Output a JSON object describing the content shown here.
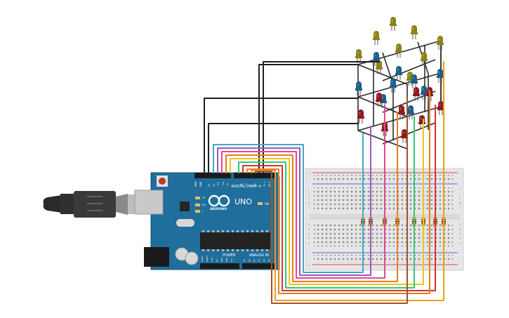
{
  "arduino": {
    "brand": "ARDUINO",
    "model": "UNO",
    "digital_label": "DIGITAL (PWM~)",
    "power_label": "POWER",
    "analog_label": "ANALOG IN",
    "on_label": "ON",
    "tx_label": "TX",
    "rx_label": "RX",
    "l_label": "L",
    "aref_label": "AREF",
    "gnd_label": "GND",
    "digital_pins": [
      "13",
      "12",
      "~11",
      "~10",
      "~9",
      "8",
      "7",
      "~6",
      "~5",
      "4",
      "~3",
      "2",
      "TX 1",
      "RX 0"
    ],
    "power_pins": [
      "IOREF",
      "RESET",
      "3.3V",
      "5V",
      "GND",
      "GND",
      "Vin"
    ],
    "analog_pins": [
      "A0",
      "A1",
      "A2",
      "A3",
      "A4",
      "A5"
    ]
  },
  "breadboard": {
    "row_letters_top": [
      "j",
      "i",
      "h",
      "g",
      "f"
    ],
    "row_letters_bottom": [
      "e",
      "d",
      "c",
      "b",
      "a"
    ],
    "rail_plus": "+",
    "rail_minus": "-"
  },
  "colors": {
    "board": "#1f6e9c",
    "breadboard": "#e6e6e6",
    "led_yellow": "#8c8412",
    "led_blue": "#1d5f8a",
    "led_red": "#8e1b1b",
    "resistor": "#d7b36a"
  },
  "icons": {
    "usb": "usb-cable-icon",
    "arduino_logo": "arduino-infinity-icon",
    "reset": "reset-button-icon"
  }
}
